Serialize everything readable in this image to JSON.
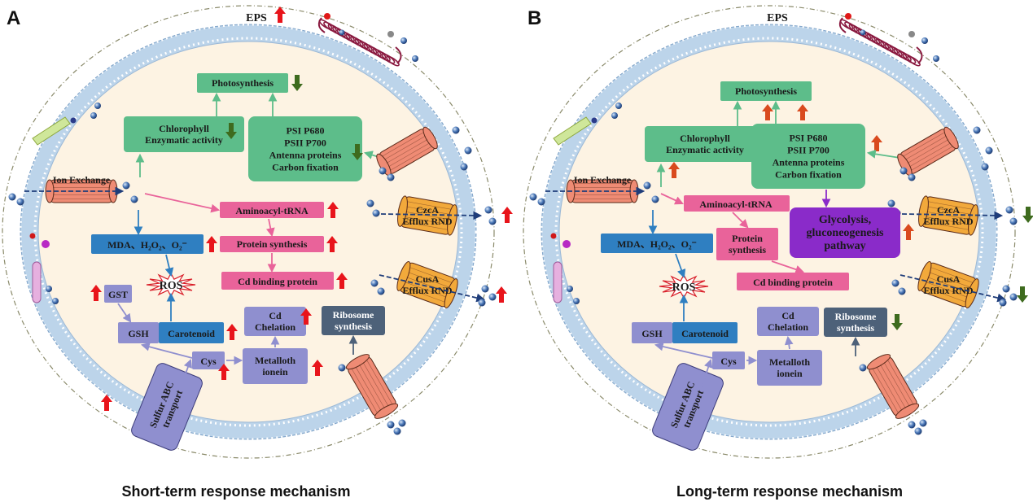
{
  "panels": [
    {
      "letter": "A",
      "eps": "EPS",
      "caption": "Short-term response mechanism",
      "photosynthesis": "Photosynthesis",
      "chlorophyll": [
        "Chlorophyll",
        "Enzymatic activity"
      ],
      "psi": [
        "PSI P680",
        "PSII P700",
        "Antenna proteins",
        "Carbon fixation"
      ],
      "ion_exchange": "Ion Exchange",
      "aminoacyl": "Aminoacyl-tRNA",
      "protein_synthesis": [
        "Protein synthesis"
      ],
      "cd_binding": "Cd binding protein",
      "mda": "MDA、H₂O₂、O₂⁻",
      "ros": "ROS",
      "gst": "GST",
      "gsh": "GSH",
      "carotenoid": "Carotenoid",
      "cys": "Cys",
      "cd_chelation": [
        "Cd",
        "Chelation"
      ],
      "metallothionein": [
        "Metalloth",
        "ionein"
      ],
      "ribosome": [
        "Ribosome",
        "synthesis"
      ],
      "sulfur": [
        "Sulfur ABC",
        "transport"
      ],
      "czca": [
        "CzcA",
        "Efflux RND"
      ],
      "cusa": [
        "CusA",
        "Efflux RND"
      ],
      "glycolysis": null
    },
    {
      "letter": "B",
      "eps": "EPS",
      "caption": "Long-term response mechanism",
      "photosynthesis": "Photosynthesis",
      "chlorophyll": [
        "Chlorophyll",
        "Enzymatic activity"
      ],
      "psi": [
        "PSI P680",
        "PSII P700",
        "Antenna proteins",
        "Carbon fixation"
      ],
      "ion_exchange": "Ion Exchange",
      "aminoacyl": "Aminoacyl-tRNA",
      "protein_synthesis": [
        "Protein",
        "synthesis"
      ],
      "cd_binding": "Cd binding protein",
      "mda": "MDA、H₂O₂、O₂⁻",
      "ros": "ROS",
      "gst": null,
      "gsh": "GSH",
      "carotenoid": "Carotenoid",
      "cys": "Cys",
      "cd_chelation": [
        "Cd",
        "Chelation"
      ],
      "metallothionein": [
        "Metalloth",
        "ionein"
      ],
      "ribosome": [
        "Ribosome",
        "synthesis"
      ],
      "sulfur": [
        "Sulfur ABC",
        "transport"
      ],
      "czca": [
        "CzcA",
        "Efflux RND"
      ],
      "cusa": [
        "CusA",
        "Efflux RND"
      ],
      "glycolysis": [
        "Glycolysis,",
        "gluconeogenesis",
        "pathway"
      ]
    }
  ],
  "colors": {
    "cell_fill": "#fdf3e3",
    "membrane": "#bcd4ea",
    "green_box": "#5dbd8a",
    "pink_box": "#e9639a",
    "blue_box": "#2f7fc1",
    "lavender_box": "#8f8fcf",
    "slate_box": "#4d6179",
    "purple_box": "#8a2bc9",
    "channel": "#ef8b74",
    "efflux": "#f2a93b",
    "up_arrow": "#e8141b",
    "down_arrow": "#3e6b1e",
    "long_up_arrow": "#d94a1e"
  },
  "regulation": {
    "A": {
      "eps": "up",
      "photosynthesis": "down",
      "chlorophyll": "down",
      "psi": "down",
      "aminoacyl": "up",
      "protein_synthesis": "up",
      "cd_binding": "up",
      "mda": "up",
      "gst": "up",
      "carotenoid": "up",
      "cd_chelation": "up",
      "metallothionein": "up",
      "cys": "up",
      "sulfur": "up",
      "czca": "up",
      "cusa": "up"
    },
    "B": {
      "photosynthesis": "up",
      "chlorophyll": "up",
      "psi": "up",
      "glycolysis": "up",
      "ribosome": "down",
      "czca": "down",
      "cusa": "down"
    }
  }
}
